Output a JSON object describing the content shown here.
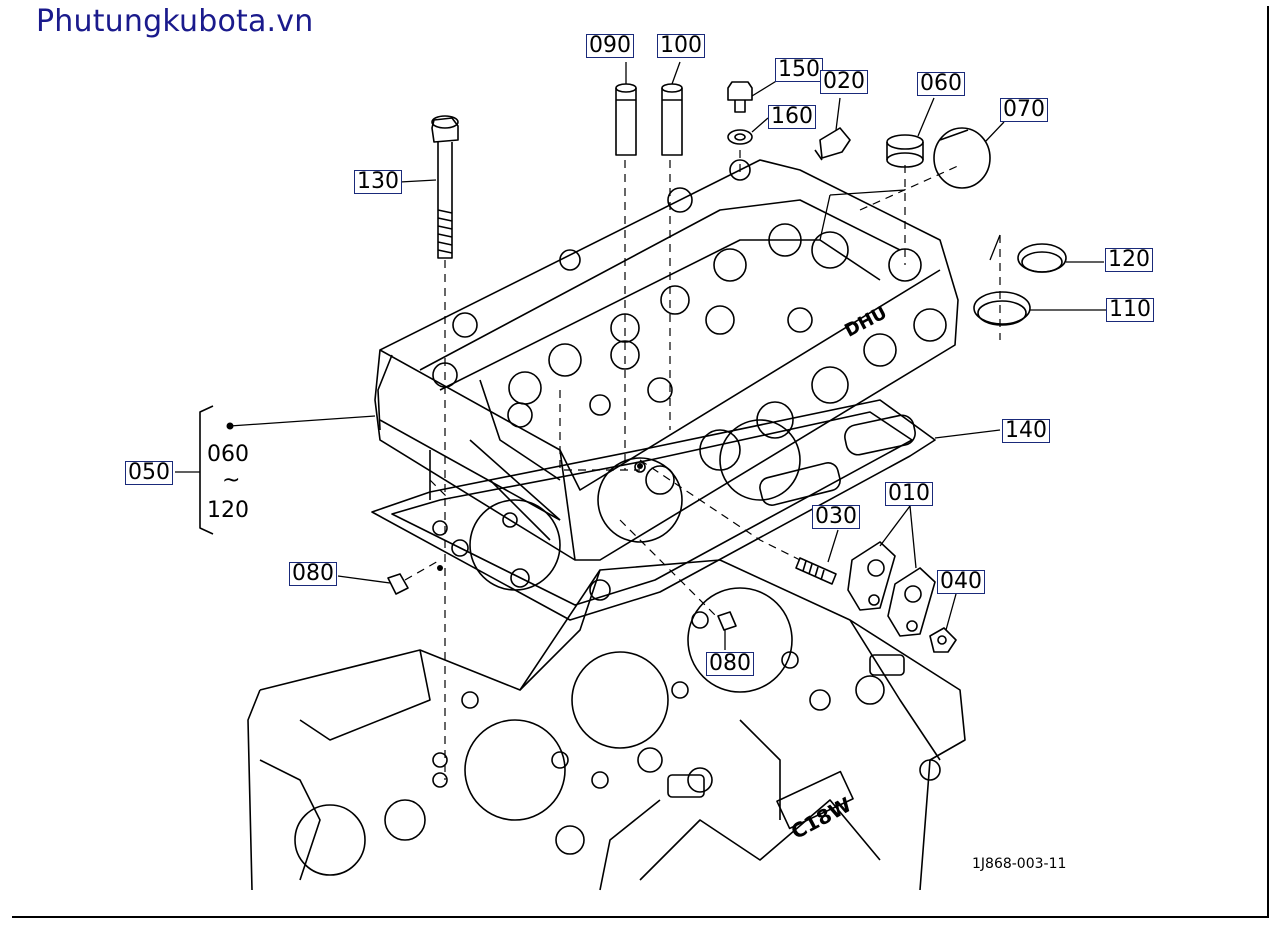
{
  "brand": "Phutungkubota.vn",
  "figure_code": "1J868-003-11",
  "callouts": [
    {
      "id": "c090",
      "text": "090"
    },
    {
      "id": "c100",
      "text": "100"
    },
    {
      "id": "c150",
      "text": "150"
    },
    {
      "id": "c020",
      "text": "020"
    },
    {
      "id": "c060",
      "text": "060"
    },
    {
      "id": "c070",
      "text": "070"
    },
    {
      "id": "c160",
      "text": "160"
    },
    {
      "id": "c130",
      "text": "130"
    },
    {
      "id": "c120",
      "text": "120"
    },
    {
      "id": "c110",
      "text": "110"
    },
    {
      "id": "c140",
      "text": "140"
    },
    {
      "id": "c050",
      "text": "050"
    },
    {
      "id": "c010",
      "text": "010"
    },
    {
      "id": "c030",
      "text": "030"
    },
    {
      "id": "c040",
      "text": "040"
    },
    {
      "id": "c080a",
      "text": "080"
    },
    {
      "id": "c080b",
      "text": "080"
    }
  ],
  "group_range": {
    "from": "060",
    "tilde": "~",
    "to": "120"
  },
  "casting_marks": {
    "head": "DHU",
    "block": "C18W"
  }
}
